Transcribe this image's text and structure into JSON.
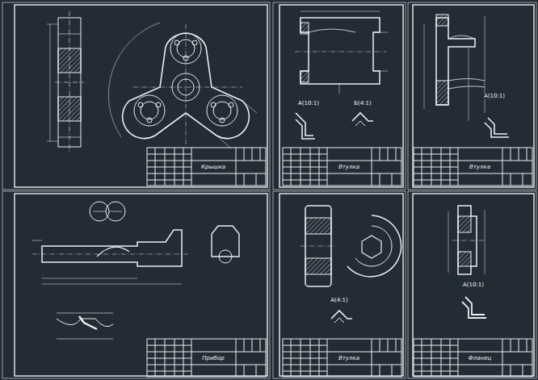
{
  "diagram": {
    "labels": [
      "Крышка",
      "Втулка",
      "Втулка",
      "Прибор",
      "Втулка",
      "Фланец",
      "А(10:1)",
      "Б(4:1)",
      "А(10:1)",
      "А(4:1)",
      "А(10:1)"
    ]
  }
}
